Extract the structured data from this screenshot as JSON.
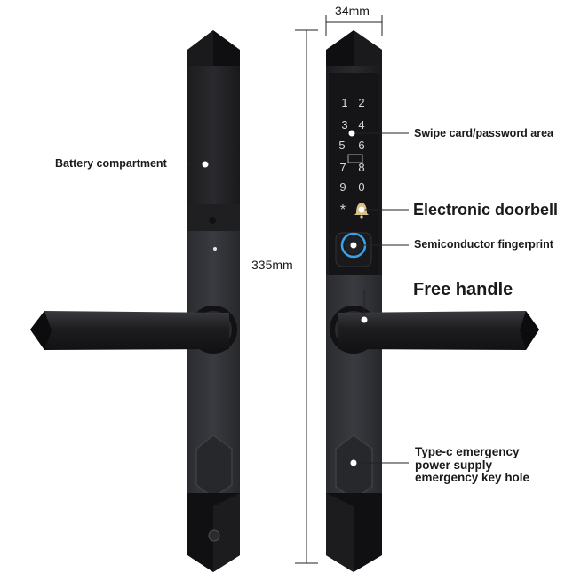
{
  "dimensions": {
    "width_label": "34mm",
    "height_label": "335mm"
  },
  "callouts": {
    "battery": "Battery compartment",
    "swipe": "Swipe card/password area",
    "doorbell": "Electronic doorbell",
    "fingerprint": "Semiconductor fingerprint",
    "handle": "Free handle",
    "typec_line1": "Type-c emergency",
    "typec_line2": "power supply",
    "typec_line3": "emergency key hole"
  },
  "keypad": {
    "keys": [
      "1",
      "2",
      "3",
      "4",
      "5",
      "6",
      "7",
      "8",
      "9",
      "0",
      "*"
    ]
  },
  "colors": {
    "lock_body": "#1b1b1e",
    "lock_lower": "#2b2d31",
    "callout_line": "#ffffff",
    "text": "#1a1a1a"
  }
}
